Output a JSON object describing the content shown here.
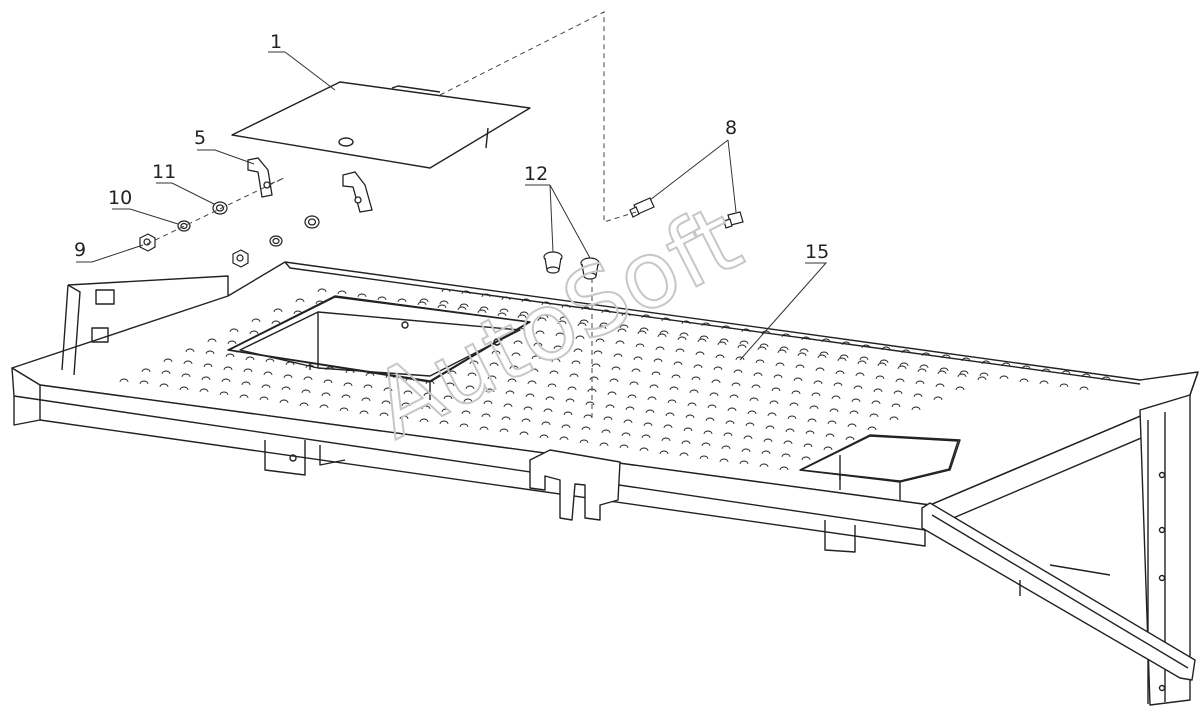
{
  "callouts": {
    "c1": "1",
    "c5": "5",
    "c11": "11",
    "c10": "10",
    "c9": "9",
    "c12": "12",
    "c8": "8",
    "c15": "15"
  },
  "watermark": "AutoSoft",
  "colors": {
    "line": "#222222",
    "watermark": "#c7c7c7",
    "background": "#ffffff"
  }
}
